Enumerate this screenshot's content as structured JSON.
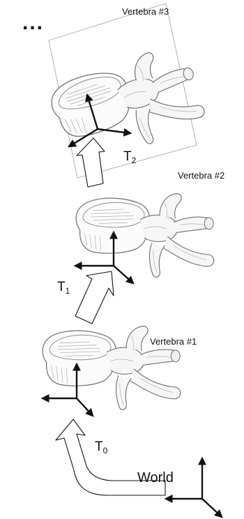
{
  "top_marker": "...",
  "vertebrae": [
    {
      "label": "Vertebra #1"
    },
    {
      "label": "Vertebra #2"
    },
    {
      "label": "Vertebra #3"
    }
  ],
  "transforms": [
    {
      "base": "T",
      "sub": "0"
    },
    {
      "base": "T",
      "sub": "1"
    },
    {
      "base": "T",
      "sub": "2"
    }
  ],
  "world_label": "World",
  "colors": {
    "ink": "#111111",
    "sketch": "#6f6f6f",
    "bone_fill": "#fbfbfb"
  }
}
